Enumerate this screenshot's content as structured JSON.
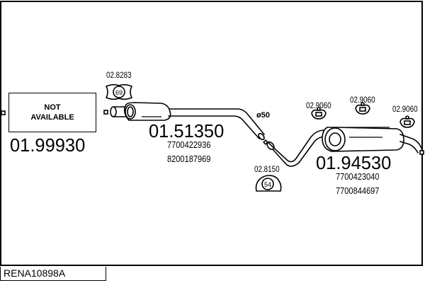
{
  "diagram": {
    "reference": "RENA10898A",
    "not_available": {
      "line1": "NOT",
      "line2": "AVAILABLE",
      "part_number": "01.99930"
    },
    "parts": [
      {
        "id": "front-pipe-silencer",
        "part_number": "01.51350",
        "oem_numbers": [
          "7700422936",
          "8200187969"
        ]
      },
      {
        "id": "rear-silencer",
        "part_number": "01.94530",
        "oem_numbers": [
          "7700423040",
          "7700844697"
        ]
      }
    ],
    "pipe_diameter": "ø50",
    "clamps": [
      {
        "id": "gasket-front",
        "part_number": "02.8283",
        "badge": "69"
      },
      {
        "id": "clamp-mid",
        "part_number": "02.8150",
        "badge": "54"
      },
      {
        "id": "rubber-mount-1",
        "part_number": "02.9060"
      },
      {
        "id": "rubber-mount-2",
        "part_number": "02.9060"
      },
      {
        "id": "rubber-mount-3",
        "part_number": "02.9060"
      }
    ]
  }
}
